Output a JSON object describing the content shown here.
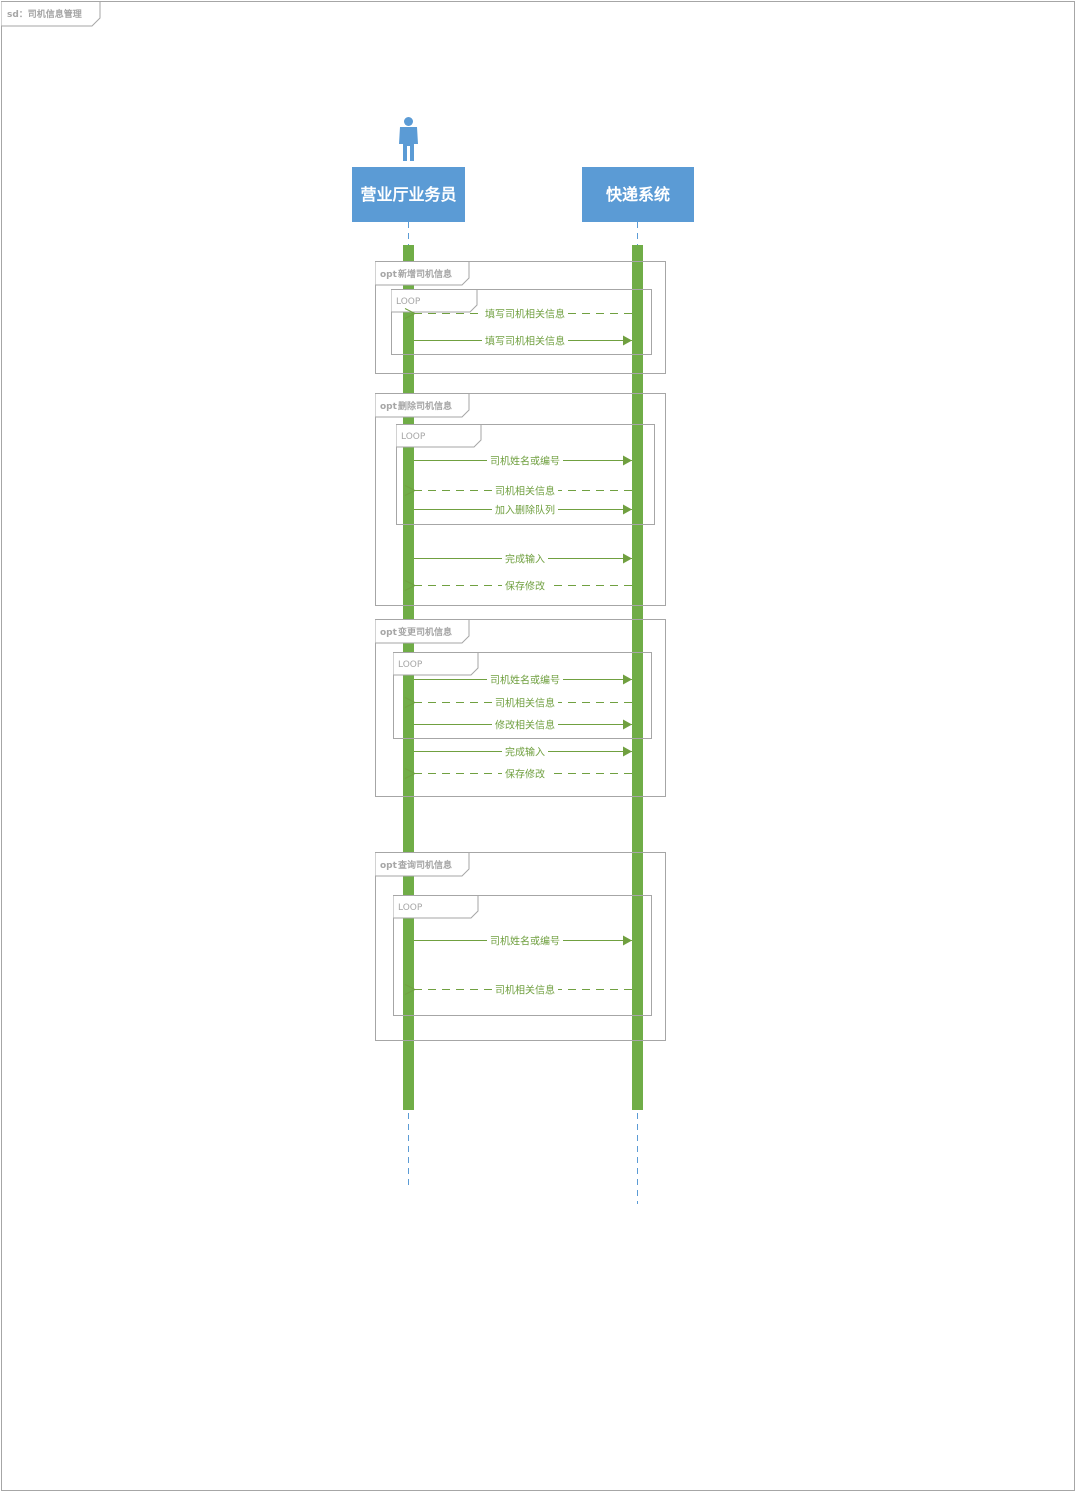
{
  "diagram": {
    "frame_label": "sd：司机信息管理",
    "lifelines": [
      {
        "name": "营业厅业务员",
        "kind": "actor"
      },
      {
        "name": "快递系统",
        "kind": "object"
      }
    ],
    "colors": {
      "header_fill": "#5b9bd5",
      "activation": "#70ad47",
      "message": "#70a040",
      "frame_stroke": "#a6a6a6",
      "lifeline_dash": "#5b9bd5"
    },
    "fragments": [
      {
        "operator": "opt",
        "guard": "新增司机信息",
        "loop_label": "LOOP",
        "messages": [
          {
            "text": "填写司机相关信息",
            "type": "return"
          },
          {
            "text": "填写司机相关信息",
            "type": "call"
          }
        ]
      },
      {
        "operator": "opt",
        "guard": "删除司机信息",
        "loop_label": "LOOP",
        "messages": [
          {
            "text": "司机姓名或编号",
            "type": "call"
          },
          {
            "text": "司机相关信息",
            "type": "return"
          },
          {
            "text": "加入删除队列",
            "type": "call"
          },
          {
            "text": "完成输入",
            "type": "call"
          },
          {
            "text": "保存修改",
            "type": "return"
          }
        ]
      },
      {
        "operator": "opt",
        "guard": "变更司机信息",
        "loop_label": "LOOP",
        "messages": [
          {
            "text": "司机姓名或编号",
            "type": "call"
          },
          {
            "text": "司机相关信息",
            "type": "return"
          },
          {
            "text": "修改相关信息",
            "type": "call"
          },
          {
            "text": "完成输入",
            "type": "call"
          },
          {
            "text": "保存修改",
            "type": "return"
          }
        ]
      },
      {
        "operator": "opt",
        "guard": "查询司机信息",
        "loop_label": "LOOP",
        "messages": [
          {
            "text": "司机姓名或编号",
            "type": "call"
          },
          {
            "text": "司机相关信息",
            "type": "return"
          }
        ]
      }
    ]
  }
}
